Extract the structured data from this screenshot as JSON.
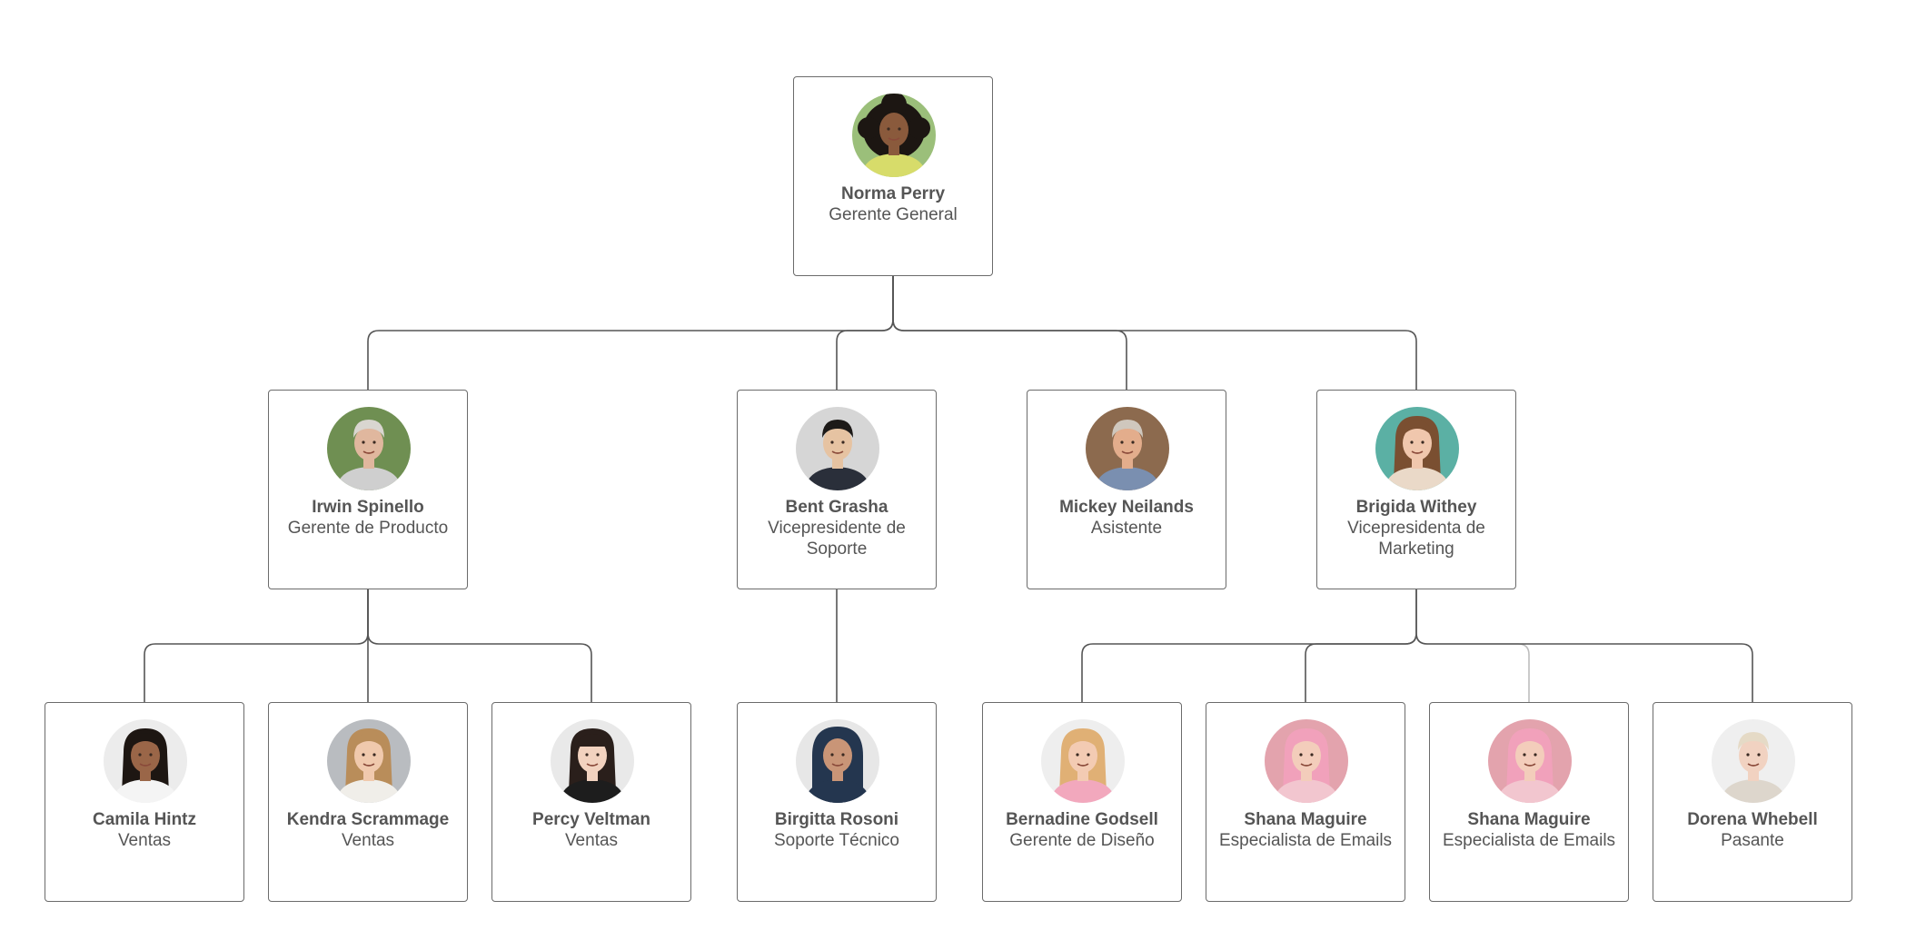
{
  "org_chart": {
    "nodes": [
      {
        "id": "norma",
        "name": "Norma Perry",
        "role": "Gerente General",
        "parent": null,
        "avatar": {
          "bg": "#9bbf7a",
          "skin": "#8a5a3c",
          "hair": "#1c1612",
          "shirt": "#d7dc6a",
          "hair_style": "curly"
        }
      },
      {
        "id": "irwin",
        "name": "Irwin Spinello",
        "role": "Gerente de Producto",
        "parent": "norma",
        "avatar": {
          "bg": "#6f8f52",
          "skin": "#e0b79e",
          "hair": "#d9d6d0",
          "shirt": "#cfcfcf",
          "hair_style": "short"
        }
      },
      {
        "id": "bent",
        "name": "Bent Grasha",
        "role": "Vicepresidente de Soporte",
        "parent": "norma",
        "avatar": {
          "bg": "#d6d6d6",
          "skin": "#e6c3a2",
          "hair": "#1d1a18",
          "shirt": "#2a2f3a",
          "hair_style": "short"
        }
      },
      {
        "id": "mickey",
        "name": "Mickey Neilands",
        "role": "Asistente",
        "parent": "norma",
        "avatar": {
          "bg": "#8c6a4e",
          "skin": "#e3ad8c",
          "hair": "#cfc7bd",
          "shirt": "#7a8fb0",
          "hair_style": "short"
        }
      },
      {
        "id": "brigida",
        "name": "Brigida Withey",
        "role": "Vicepresidenta de Marketing",
        "parent": "norma",
        "avatar": {
          "bg": "#5bb0a4",
          "skin": "#f0c7ad",
          "hair": "#7a4f31",
          "shirt": "#ead9c8",
          "hair_style": "long"
        }
      },
      {
        "id": "camila",
        "name": "Camila Hintz",
        "role": "Ventas",
        "parent": "irwin",
        "avatar": {
          "bg": "#ececec",
          "skin": "#9a6648",
          "hair": "#1d1612",
          "shirt": "#f4f4f4",
          "hair_style": "long"
        }
      },
      {
        "id": "kendra",
        "name": "Kendra Scrammage",
        "role": "Ventas",
        "parent": "irwin",
        "avatar": {
          "bg": "#b9bcc0",
          "skin": "#f0c9ad",
          "hair": "#b98d5a",
          "shirt": "#f0eee9",
          "hair_style": "long"
        }
      },
      {
        "id": "percy",
        "name": "Percy Veltman",
        "role": "Ventas",
        "parent": "irwin",
        "avatar": {
          "bg": "#e9e9e9",
          "skin": "#f2d2bf",
          "hair": "#2a1f1b",
          "shirt": "#1d1d1d",
          "hair_style": "bangs"
        }
      },
      {
        "id": "birgitta",
        "name": "Birgitta Rosoni",
        "role": "Soporte Técnico",
        "parent": "bent",
        "avatar": {
          "bg": "#e7e7e7",
          "skin": "#c99577",
          "hair": "#24364f",
          "shirt": "#24364f",
          "hair_style": "hijab"
        }
      },
      {
        "id": "bernadine",
        "name": "Bernadine Godsell",
        "role": "Gerente de Diseño",
        "parent": "brigida",
        "avatar": {
          "bg": "#eeeeee",
          "skin": "#f3cbb3",
          "hair": "#e0b075",
          "shirt": "#f2a8bd",
          "hair_style": "long"
        }
      },
      {
        "id": "shana1",
        "name": "Shana Maguire",
        "role": "Especialista de Emails",
        "parent": "brigida",
        "avatar": {
          "bg": "#e3a3ad",
          "skin": "#f3cdbb",
          "hair": "#f1a1bb",
          "shirt": "#f2c6cf",
          "hair_style": "long"
        }
      },
      {
        "id": "shana2",
        "name": "Shana Maguire",
        "role": "Especialista de Emails",
        "parent": "brigida",
        "avatar": {
          "bg": "#e3a3ad",
          "skin": "#f3cdbb",
          "hair": "#f1a1bb",
          "shirt": "#f2c6cf",
          "hair_style": "long"
        }
      },
      {
        "id": "dorena",
        "name": "Dorena Whebell",
        "role": "Pasante",
        "parent": "brigida",
        "avatar": {
          "bg": "#efefef",
          "skin": "#f1d2c1",
          "hair": "#e5dac6",
          "shirt": "#ddd6cc",
          "hair_style": "short"
        }
      }
    ],
    "colors": {
      "border": "#6b6b6b",
      "connector": "#555555",
      "connector_light": "#bdbdbd",
      "text": "#555555"
    }
  }
}
